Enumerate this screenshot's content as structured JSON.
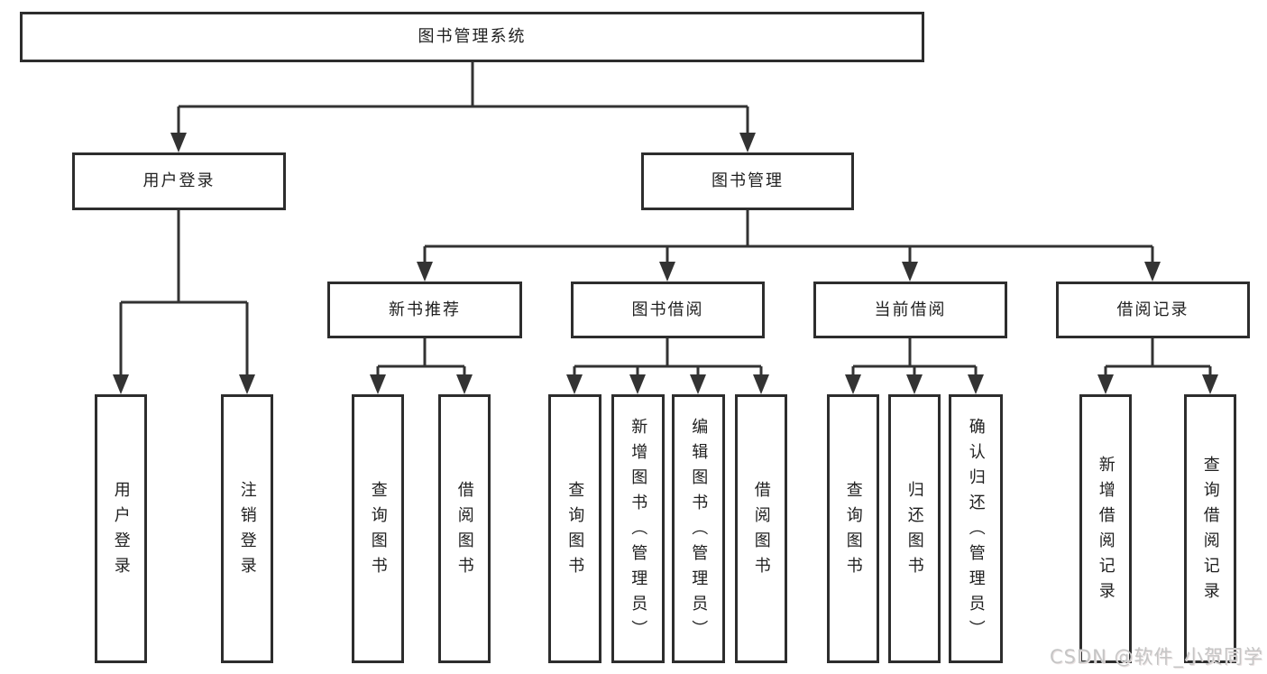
{
  "diagram": {
    "root": {
      "label": "图书管理系统"
    },
    "level2": [
      {
        "label": "用户登录"
      },
      {
        "label": "图书管理"
      }
    ],
    "level3": [
      {
        "label": "新书推荐"
      },
      {
        "label": "图书借阅"
      },
      {
        "label": "当前借阅"
      },
      {
        "label": "借阅记录"
      }
    ],
    "leaves": {
      "login": [
        {
          "label": "用户登录"
        },
        {
          "label": "注销登录"
        }
      ],
      "newbook": [
        {
          "label": "查询图书"
        },
        {
          "label": "借阅图书"
        }
      ],
      "borrow": [
        {
          "label": "查询图书"
        },
        {
          "label": "新增图书（管理员）"
        },
        {
          "label": "编辑图书（管理员）"
        },
        {
          "label": "借阅图书"
        }
      ],
      "current": [
        {
          "label": "查询图书"
        },
        {
          "label": "归还图书"
        },
        {
          "label": "确认归还（管理员）"
        }
      ],
      "records": [
        {
          "label": "新增借阅记录"
        },
        {
          "label": "查询借阅记录"
        }
      ]
    },
    "colors": {
      "line": "#333333",
      "border": "#2d2d2d",
      "text": "#1f1f1f",
      "watermark": "#c5c5c5"
    }
  },
  "watermark": {
    "text": "CSDN @软件_小贺同学"
  }
}
